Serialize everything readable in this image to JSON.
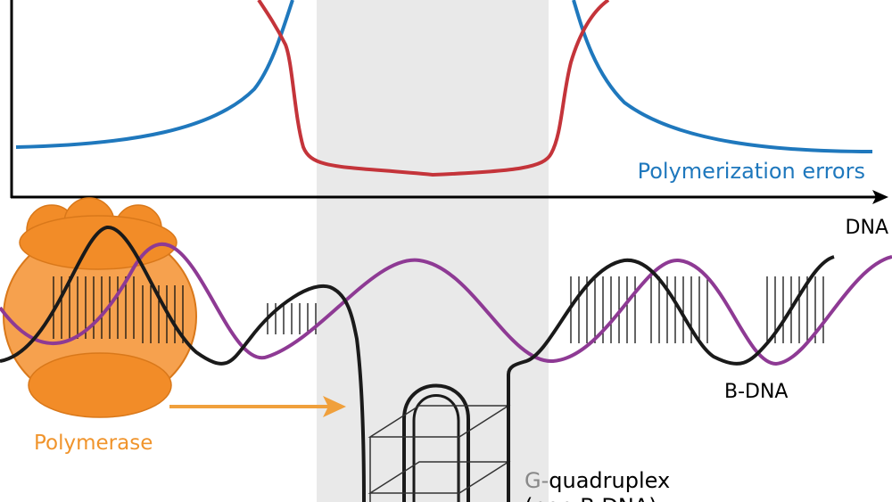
{
  "labels": {
    "polymerization_errors": "Polymerization errors",
    "axis_dna": "DNA",
    "polymerase": "Polymerase",
    "b_dna": "B-DNA",
    "g_quadruplex_prefix": "G-",
    "g_quadruplex_suffix": "quadruplex",
    "cut_off_text": "(non-B DNA)"
  },
  "colors": {
    "errors_curve": "#1f78bd",
    "red_curve": "#c4343a",
    "strand_black": "#1a1a1a",
    "strand_purple": "#8e3a94",
    "polymerase": "#f28c28",
    "polymerase_light": "#f6a14e",
    "highlight_band": "#e9e9e9",
    "g_prefix": "#888888"
  }
}
